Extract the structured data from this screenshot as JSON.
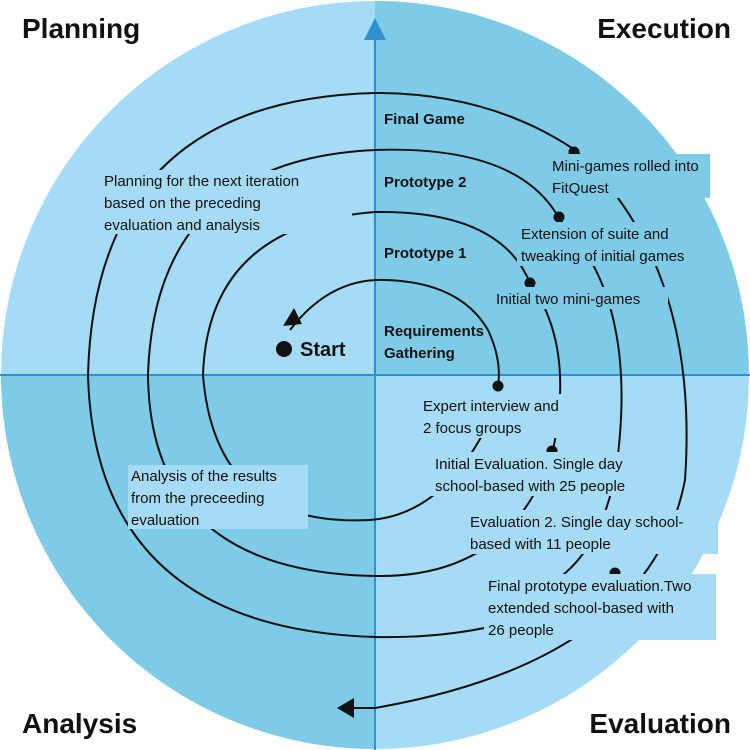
{
  "colors": {
    "light_quadrant": "#a6dbf5",
    "dark_quadrant": "#7ecbe8",
    "axis": "#2f8fcf",
    "spiral": "#111111"
  },
  "quadrants": {
    "planning": "Planning",
    "execution": "Execution",
    "analysis": "Analysis",
    "evaluation": "Evaluation"
  },
  "start": "Start",
  "stages": {
    "final_game": "Final Game",
    "prototype_2": "Prototype 2",
    "prototype_1": "Prototype 1",
    "requirements": [
      "Requirements",
      "Gathering"
    ]
  },
  "planning_note": [
    "Planning for the next iteration",
    "based on the preceding",
    "evaluation and analysis"
  ],
  "analysis_note": [
    "Analysis of the results",
    "from the preceeding",
    "evaluation"
  ],
  "execution_notes": {
    "mini_games": [
      "Mini-games rolled into",
      "FitQuest"
    ],
    "extension": [
      "Extension of suite and",
      "tweaking of initial games"
    ],
    "initial_two": [
      "Initial two mini-games"
    ]
  },
  "evaluation_notes": {
    "expert": [
      "Expert interview and",
      "2 focus groups"
    ],
    "initial_eval": [
      "Initial Evaluation. Single day",
      "school-based with 25 people"
    ],
    "eval_2": [
      "Evaluation 2. Single day school-",
      "based with 11 people"
    ],
    "final_eval": [
      "Final prototype evaluation.Two",
      "extended school-based with",
      "26 people"
    ]
  },
  "icons": {
    "up_arrow": "triangle-up",
    "spiral_end": "arrowhead-left",
    "start_arrow": "arrowhead-up"
  }
}
